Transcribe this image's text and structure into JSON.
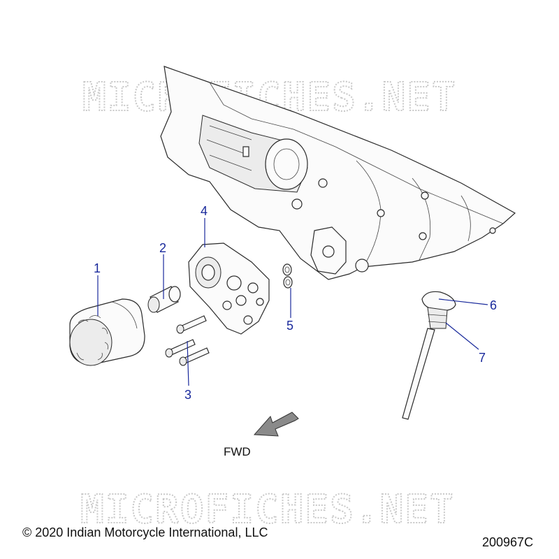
{
  "watermark": {
    "text": "MICROFICHES.NET"
  },
  "callouts": [
    {
      "id": "1",
      "label": "1"
    },
    {
      "id": "2",
      "label": "2"
    },
    {
      "id": "3",
      "label": "3"
    },
    {
      "id": "4",
      "label": "4"
    },
    {
      "id": "5",
      "label": "5"
    },
    {
      "id": "6",
      "label": "6"
    },
    {
      "id": "7",
      "label": "7"
    }
  ],
  "direction": {
    "label": "FWD"
  },
  "footer": {
    "copyright": "© 2020 Indian Motorcycle International, LLC",
    "code": "200967C"
  },
  "colors": {
    "callout": "#1a2a9c",
    "line_art": "#2a2a2a",
    "watermark": "#c9c9c9"
  }
}
